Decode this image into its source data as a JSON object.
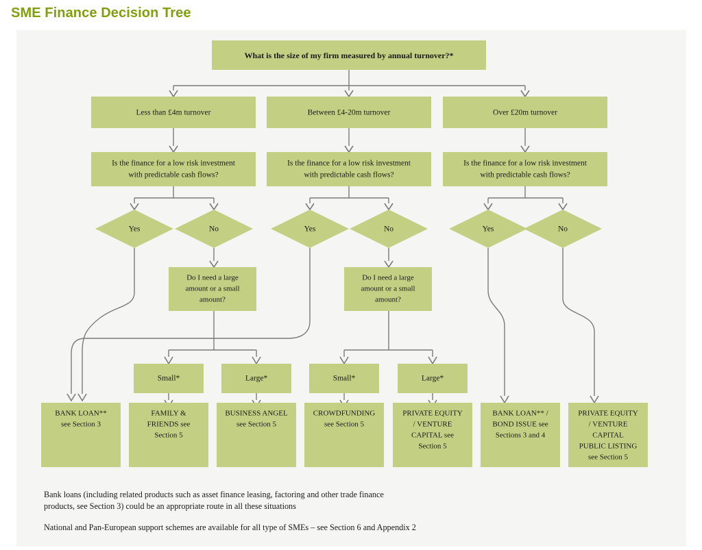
{
  "page": {
    "title": "SME Finance Decision Tree",
    "title_color": "#7fa00c",
    "panel_bg": "#f5f5f3",
    "node_fill": "#c3d083",
    "connector_color": "#7a7a7a"
  },
  "diagram": {
    "type": "decision-tree",
    "root": {
      "text": "What is the size of my firm measured by annual turnover?*"
    },
    "turnover_options": [
      {
        "text": "Less than £4m turnover"
      },
      {
        "text": "Between £4-20m turnover"
      },
      {
        "text": "Over £20m turnover"
      }
    ],
    "risk_questions": [
      {
        "line1": "Is the finance for a low risk investment",
        "line2": "with predictable cash flows?"
      },
      {
        "line1": "Is the finance for a low risk investment",
        "line2": "with predictable cash flows?"
      },
      {
        "line1": "Is the finance for a low risk investment",
        "line2": "with predictable cash flows?"
      }
    ],
    "decisions": [
      {
        "label": "Yes"
      },
      {
        "label": "No"
      },
      {
        "label": "Yes"
      },
      {
        "label": "No"
      },
      {
        "label": "Yes"
      },
      {
        "label": "No"
      }
    ],
    "amount_questions": [
      {
        "line1": "Do I need a large",
        "line2": "amount or a small",
        "line3": "amount?"
      },
      {
        "line1": "Do I need a large",
        "line2": "amount or a small",
        "line3": "amount?"
      }
    ],
    "amount_options": [
      {
        "text": "Small*"
      },
      {
        "text": "Large*"
      },
      {
        "text": "Small*"
      },
      {
        "text": "Large*"
      }
    ],
    "outcomes": [
      {
        "lines": [
          "BANK LOAN**",
          "see Section 3"
        ]
      },
      {
        "lines": [
          "FAMILY &",
          "FRIENDS see",
          "Section 5"
        ]
      },
      {
        "lines": [
          "BUSINESS ANGEL",
          "see Section 5"
        ]
      },
      {
        "lines": [
          "CROWDFUNDING",
          "see Section 5"
        ]
      },
      {
        "lines": [
          "PRIVATE EQUITY",
          "/ VENTURE",
          "CAPITAL see",
          "Section 5"
        ]
      },
      {
        "lines": [
          "BANK LOAN** /",
          "BOND ISSUE see",
          "Sections 3 and 4"
        ]
      },
      {
        "lines": [
          "PRIVATE EQUITY",
          "/ VENTURE",
          "CAPITAL",
          "PUBLIC LISTING",
          "see Section 5"
        ]
      }
    ]
  },
  "footnotes": [
    {
      "lines": [
        "Bank loans (including related products such as asset finance leasing, factoring and other trade finance",
        "products, see Section 3) could be an appropriate route in all these situations"
      ]
    },
    {
      "lines": [
        "National and Pan-European support schemes are available for all type of SMEs – see Section 6 and Appendix 2"
      ]
    }
  ]
}
